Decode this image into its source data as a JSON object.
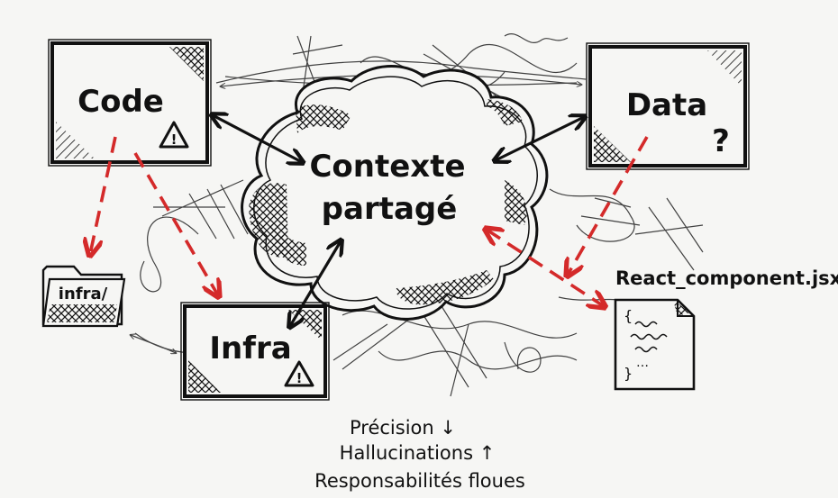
{
  "nodes": {
    "code": {
      "label": "Code",
      "warning": "!"
    },
    "data": {
      "label": "Data",
      "mark": "?"
    },
    "infra": {
      "label": "Infra",
      "warning": "!"
    },
    "center": {
      "line1": "Contexte",
      "line2": "partagé"
    },
    "folder": {
      "label": "infra/"
    },
    "file": {
      "label": "React_component.jsx"
    }
  },
  "footnotes": [
    "Précision ↓",
    "Hallucinations ↑",
    "Responsabilités floues"
  ],
  "colors": {
    "ink": "#111111",
    "accent": "#d42a2a",
    "paper": "#f6f6f4"
  }
}
